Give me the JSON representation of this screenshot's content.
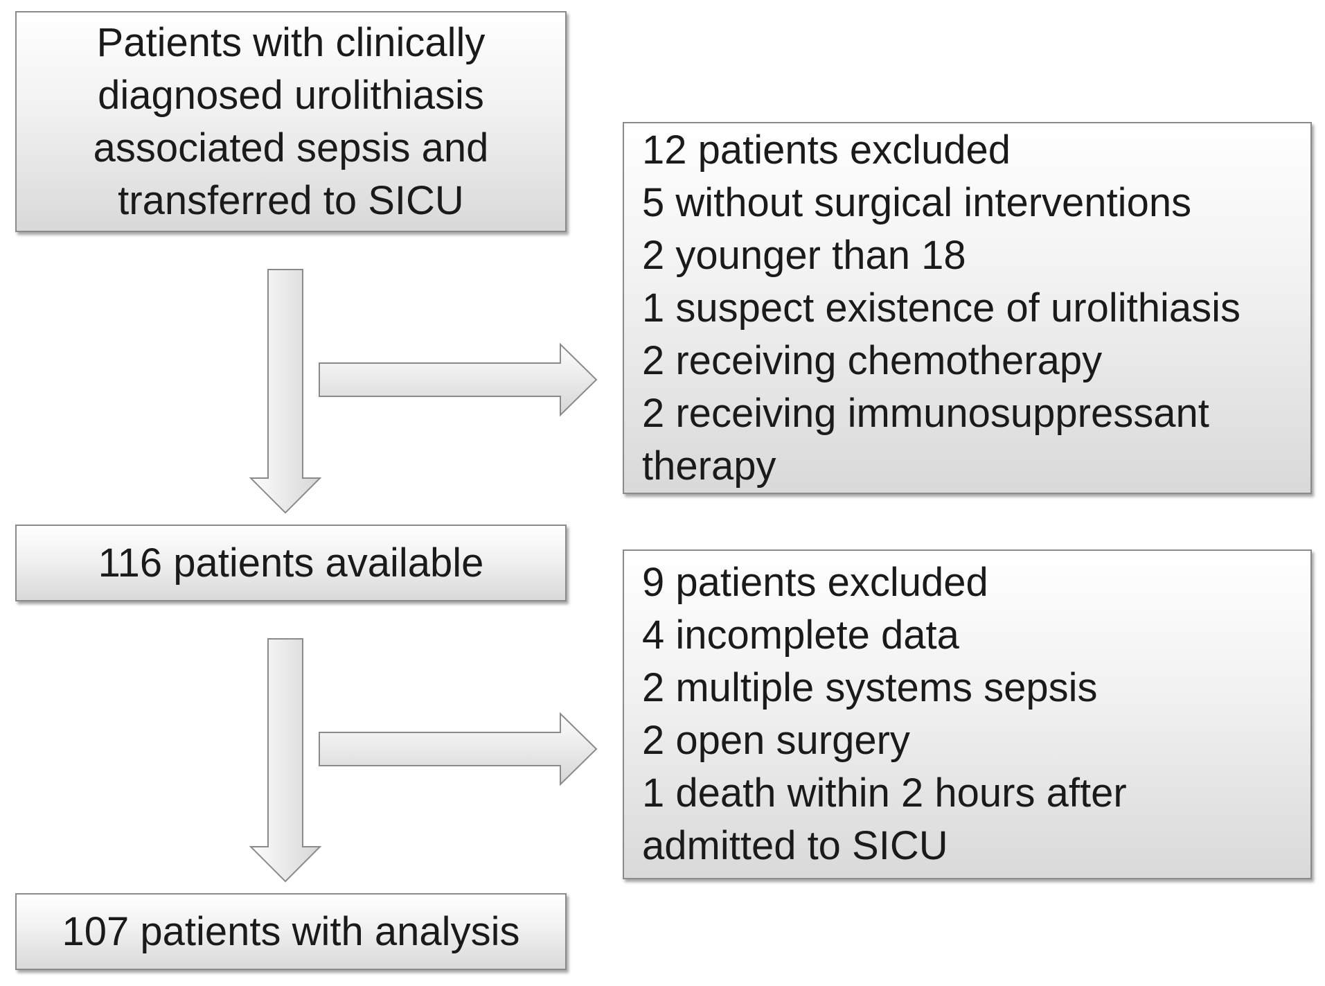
{
  "flowchart": {
    "start": {
      "lines": [
        "Patients with clinically",
        "diagnosed urolithiasis",
        "associated sepsis and",
        "transferred to SICU"
      ]
    },
    "exclusion_1": {
      "lines": [
        "12 patients excluded",
        "5 without surgical interventions",
        "2 younger than 18",
        "1 suspect existence of urolithiasis",
        "2 receiving chemotherapy",
        "2 receiving immunosuppressant",
        "therapy"
      ]
    },
    "available": {
      "label": "116 patients available"
    },
    "exclusion_2": {
      "lines": [
        "9 patients excluded",
        "4 incomplete data",
        "2 multiple systems sepsis",
        "2 open surgery",
        "1 death within 2 hours after",
        "admitted to SICU"
      ]
    },
    "final": {
      "label": "107 patients with analysis"
    }
  },
  "colors": {
    "box_border": "#8a8a8a",
    "box_gradient_top": "#ffffff",
    "box_gradient_bottom": "#d9d9d9",
    "text": "#1a1a1a",
    "arrow_border": "#8a8a8a"
  }
}
